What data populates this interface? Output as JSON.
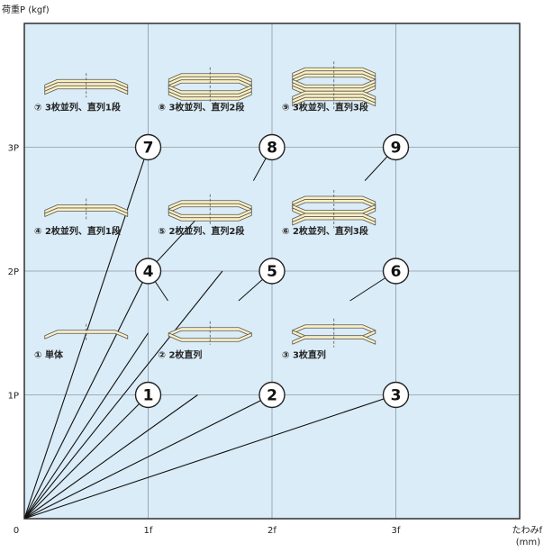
{
  "axes": {
    "y_title": "荷重P (kgf)",
    "x_title": "たわみf",
    "x_unit": "(mm)",
    "origin": "0",
    "x_ticks": [
      "1f",
      "2f",
      "3f"
    ],
    "y_ticks": [
      "1P",
      "2P",
      "3P"
    ]
  },
  "colors": {
    "plot_bg": "#daecf7",
    "grid": "#8c98a3",
    "frame": "#222222",
    "spring_fill": "#fbefc3",
    "spring_stroke": "#555555",
    "node_fill": "#ffffff",
    "node_stroke": "#222222",
    "line": "#111111"
  },
  "chart_data": {
    "type": "diagram",
    "x_range": [
      0,
      4
    ],
    "y_range": [
      0,
      4
    ],
    "points": [
      {
        "id": "1",
        "label": "1",
        "x": 1,
        "y": 1
      },
      {
        "id": "2",
        "label": "2",
        "x": 2,
        "y": 1
      },
      {
        "id": "3",
        "label": "3",
        "x": 3,
        "y": 1
      },
      {
        "id": "4",
        "label": "4",
        "x": 1,
        "y": 2
      },
      {
        "id": "5",
        "label": "5",
        "x": 2,
        "y": 2
      },
      {
        "id": "6",
        "label": "6",
        "x": 3,
        "y": 2
      },
      {
        "id": "7",
        "label": "7",
        "x": 1,
        "y": 3
      },
      {
        "id": "8",
        "label": "8",
        "x": 2,
        "y": 3
      },
      {
        "id": "9",
        "label": "9",
        "x": 3,
        "y": 3
      }
    ],
    "lines_from_origin_to": [
      "1",
      "2",
      "3",
      "4",
      "7"
    ],
    "configurations": [
      {
        "id": "1",
        "caption": "① 単体",
        "parallel": 1,
        "series": 1
      },
      {
        "id": "2",
        "caption": "② 2枚直列",
        "parallel": 1,
        "series": 2
      },
      {
        "id": "3",
        "caption": "③ 3枚直列",
        "parallel": 1,
        "series": 3
      },
      {
        "id": "4",
        "caption": "④ 2枚並列、直列1段",
        "parallel": 2,
        "series": 1
      },
      {
        "id": "5",
        "caption": "⑤ 2枚並列、直列2段",
        "parallel": 2,
        "series": 2
      },
      {
        "id": "6",
        "caption": "⑥ 2枚並列、直列3段",
        "parallel": 2,
        "series": 3
      },
      {
        "id": "7",
        "caption": "⑦ 3枚並列、直列1段",
        "parallel": 3,
        "series": 1
      },
      {
        "id": "8",
        "caption": "⑧ 3枚並列、直列2段",
        "parallel": 3,
        "series": 2
      },
      {
        "id": "9",
        "caption": "⑨ 3枚並列、直列3段",
        "parallel": 3,
        "series": 3
      }
    ]
  }
}
